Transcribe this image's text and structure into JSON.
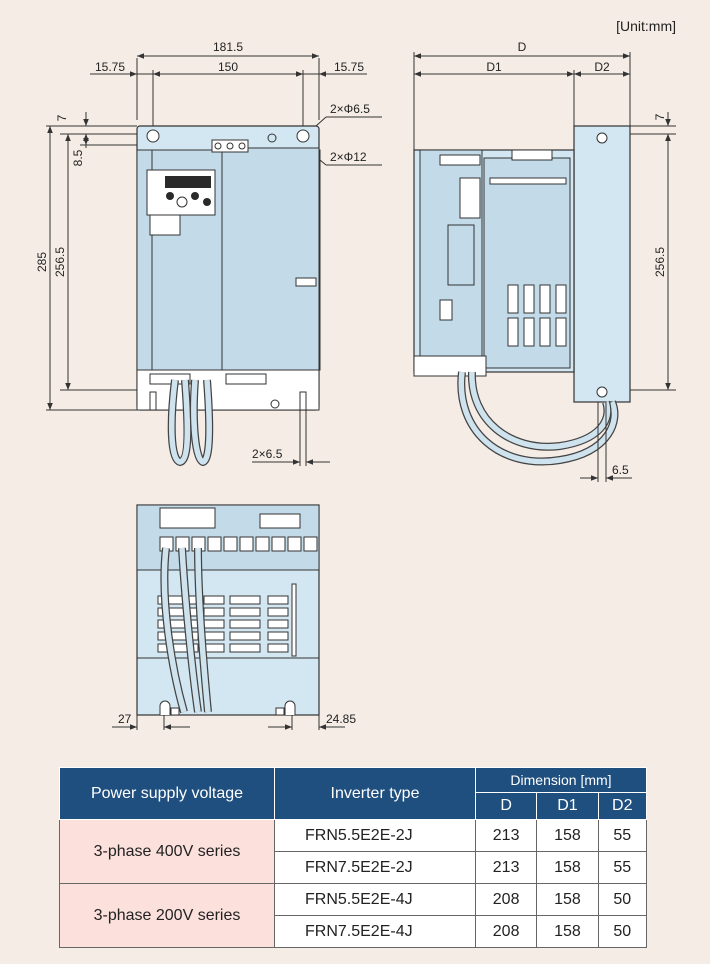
{
  "unit_label": "[Unit:mm]",
  "front_view": {
    "width_total": "181.5",
    "left_margin": "15.75",
    "mount_pitch": "150",
    "right_margin": "15.75",
    "top_offset": "7",
    "hole_offset": "8.5",
    "height_total": "285",
    "mount_height": "256.5",
    "hole_small": "2×Φ6.5",
    "hole_large": "2×Φ12",
    "slot_width": "2×6.5"
  },
  "side_view": {
    "depth_total": "D",
    "depth_1": "D1",
    "depth_2": "D2",
    "top_offset": "7",
    "mount_height": "256.5",
    "slot": "6.5"
  },
  "bottom_view": {
    "left_offset": "27",
    "right_offset": "24.85"
  },
  "table": {
    "header_voltage": "Power supply voltage",
    "header_type": "Inverter type",
    "header_dimension": "Dimension [mm]",
    "col_d": "D",
    "col_d1": "D1",
    "col_d2": "D2",
    "groups": [
      {
        "voltage": "3-phase 400V series",
        "rows": [
          {
            "type": "FRN5.5E2E-2J",
            "d": "213",
            "d1": "158",
            "d2": "55"
          },
          {
            "type": "FRN7.5E2E-2J",
            "d": "213",
            "d1": "158",
            "d2": "55"
          }
        ]
      },
      {
        "voltage": "3-phase 200V series",
        "rows": [
          {
            "type": "FRN5.5E2E-4J",
            "d": "208",
            "d1": "158",
            "d2": "50"
          },
          {
            "type": "FRN7.5E2E-4J",
            "d": "208",
            "d1": "158",
            "d2": "50"
          }
        ]
      }
    ]
  },
  "colors": {
    "header_blue": "#1f4f7e",
    "group_pink": "#fbe0dc",
    "body_blue": "#d3e7f2",
    "background": "#f4ece5"
  }
}
